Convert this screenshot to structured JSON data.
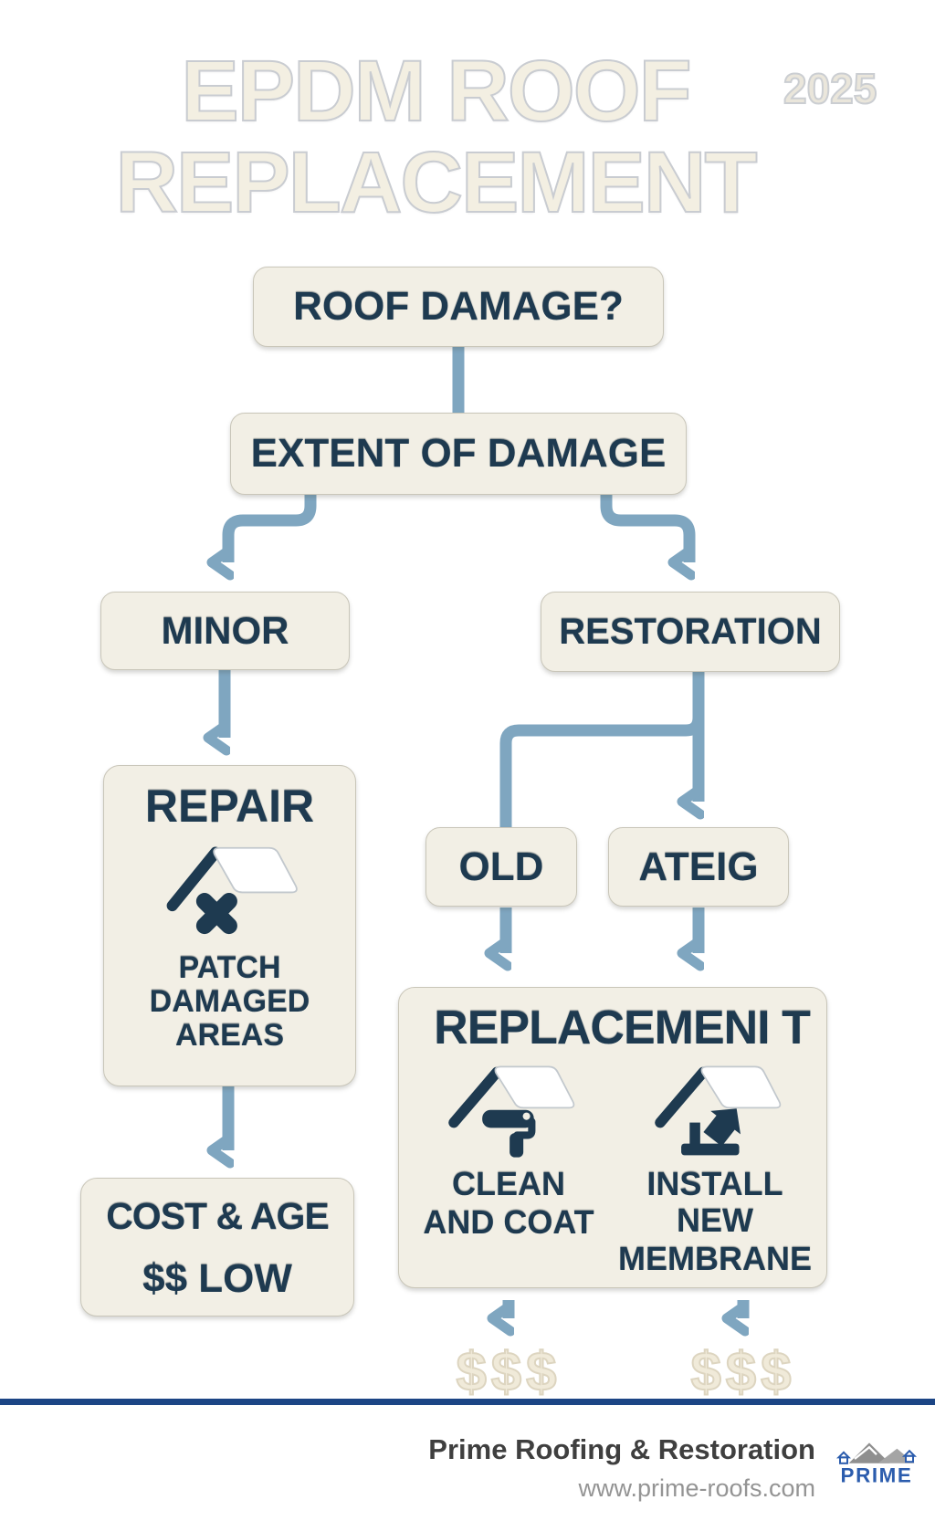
{
  "title": {
    "line1": "EPDM ROOF",
    "line2": "REPLACEMENT",
    "year": "2025"
  },
  "colors": {
    "background": "#ffffff",
    "box_fill": "#f2efe5",
    "box_border": "#c9c6b9",
    "text_navy": "#1e3a50",
    "arrow_blue": "#7fa6c0",
    "title_cream": "#f3efe2",
    "divider_navy": "#1c4585",
    "dollar_cream": "#f0ead9"
  },
  "flow": {
    "roof_damage": {
      "label": "ROOF DAMAGE?"
    },
    "extent": {
      "label": "EXTENT OF DAMAGE"
    },
    "minor": {
      "label": "MINOR"
    },
    "restoration": {
      "label": "RESTORATION"
    },
    "repair": {
      "title": "REPAIR",
      "icon": "roof-patch-icon",
      "caption": [
        "PATCH",
        "DAMAGED",
        "AREAS"
      ]
    },
    "cost": {
      "title": "COST & AGE",
      "value": "$$ LOW"
    },
    "old": {
      "label": "OLD"
    },
    "ateig": {
      "label": "ATEIG"
    },
    "replacement": {
      "title": "REPLACEMENI T",
      "options": [
        {
          "icon": "roof-roller-icon",
          "caption_line1": "CLEAN",
          "caption_line2": "AND COAT",
          "cost": "$$$"
        },
        {
          "icon": "roof-membrane-icon",
          "caption_line1": "INSTALL NEW",
          "caption_line2": "MEMBRANE",
          "cost": "$$$"
        }
      ]
    }
  },
  "footer": {
    "company": "Prime Roofing & Restoration",
    "website": "www.prime-roofs.com",
    "logo_text": "PRIME"
  }
}
